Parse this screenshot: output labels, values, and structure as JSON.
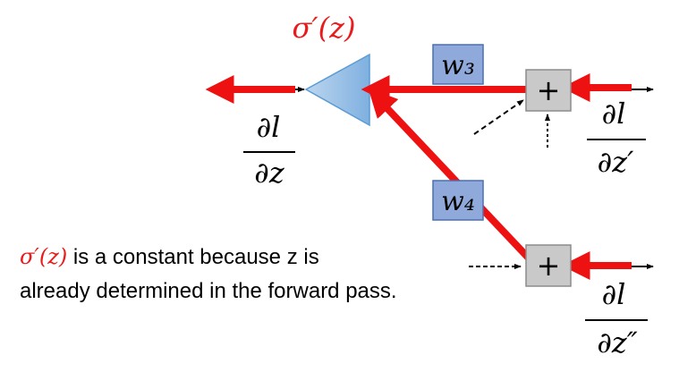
{
  "diagram": {
    "sigma_prime_label": "σ′(z)",
    "weights": {
      "w3": "w₃",
      "w4": "w₄"
    },
    "plus_nodes": {
      "top": "+",
      "bottom": "+"
    },
    "gradients": {
      "dl_dz": {
        "numerator": "∂l",
        "denominator": "∂z"
      },
      "dl_dz_prime": {
        "numerator": "∂l",
        "denominator": "∂z′"
      },
      "dl_dz_double_prime": {
        "numerator": "∂l",
        "denominator": "∂z″"
      }
    }
  },
  "note": {
    "sigma_term": "σ′(z)",
    "line1_rest": " is a constant because z is",
    "line2": "already determined in the forward pass."
  },
  "colors": {
    "red_arrow": "#ee1111",
    "sigma_label": "#e81c1c",
    "triangle_fill": "#9dc3e6",
    "triangle_stroke": "#5b9bd5",
    "weight_box_fill": "#8fa9db",
    "weight_box_stroke": "#4a6fb5",
    "plus_box_fill": "#c9c9c9",
    "plus_box_stroke": "#8c8c8c"
  }
}
